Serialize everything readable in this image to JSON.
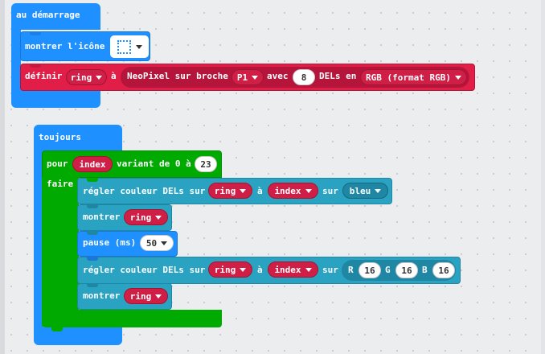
{
  "colors": {
    "basic": "#1e90ff",
    "neopixel": "#e01e48",
    "neopixel_dark": "#b5153a",
    "loops": "#00aa00",
    "light": "#2aa3c3",
    "workspace": "#ecedef"
  },
  "on_start": {
    "hat_label": "au démarrage",
    "show_icon": {
      "label": "montrer l'icône",
      "icon": "square-outline-icon"
    },
    "set_strip": {
      "label": "définir",
      "variable": "ring",
      "to": "à",
      "create": "NeoPixel sur broche",
      "pin": "P1",
      "with": "avec",
      "count": "8",
      "leds_in": "DELs en",
      "mode": "RGB (format RGB)"
    }
  },
  "forever": {
    "hat_label": "toujours",
    "for_loop": {
      "label": "pour",
      "variable": "index",
      "range_text": "variant de 0 à",
      "end": "23",
      "do_label": "faire",
      "body": [
        {
          "type": "set_pixel",
          "label": "régler couleur DELs sur",
          "strip": "ring",
          "at": "à",
          "index": "index",
          "on": "sur",
          "color": "bleu"
        },
        {
          "type": "show",
          "label": "montrer",
          "strip": "ring"
        },
        {
          "type": "pause",
          "label": "pause (ms)",
          "value": "50"
        },
        {
          "type": "set_pixel_rgb",
          "label": "régler couleur DELs sur",
          "strip": "ring",
          "at": "à",
          "index": "index",
          "on": "sur",
          "r_label": "R",
          "r": "16",
          "g_label": "G",
          "g": "16",
          "b_label": "B",
          "b": "16"
        },
        {
          "type": "show",
          "label": "montrer",
          "strip": "ring"
        }
      ]
    }
  }
}
